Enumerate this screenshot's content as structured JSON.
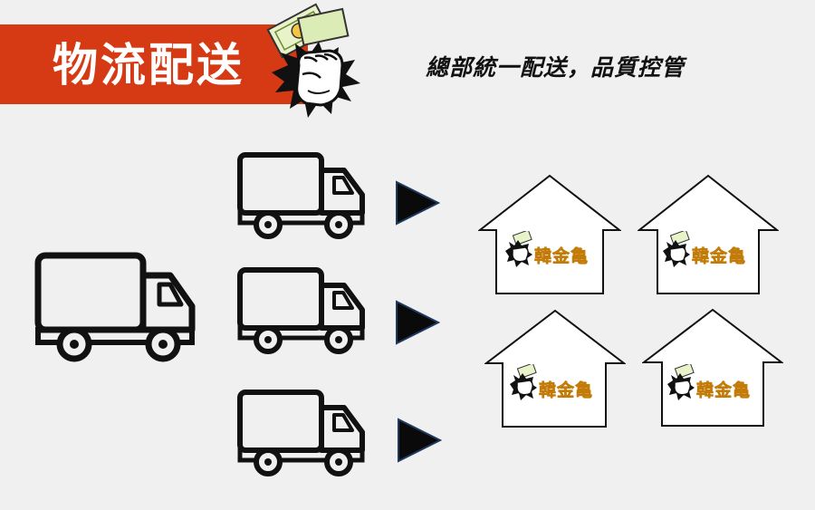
{
  "header": {
    "title": "物流配送",
    "subtitle": "總部統一配送，品質控管",
    "accent_color": "#d63a14"
  },
  "logo": {
    "icon": "fist-holding-money-icon",
    "brand_text": "韓金亀"
  },
  "diagram": {
    "source": {
      "icon": "truck-icon"
    },
    "routes": [
      {
        "icon": "truck-icon",
        "arrow": "play-arrow-icon"
      },
      {
        "icon": "truck-icon",
        "arrow": "play-arrow-icon"
      },
      {
        "icon": "truck-icon",
        "arrow": "play-arrow-icon"
      }
    ],
    "stores": [
      {
        "icon": "house-icon",
        "brand": "韓金亀"
      },
      {
        "icon": "house-icon",
        "brand": "韓金亀"
      },
      {
        "icon": "house-icon",
        "brand": "韓金亀"
      },
      {
        "icon": "house-icon",
        "brand": "韓金亀"
      }
    ]
  }
}
